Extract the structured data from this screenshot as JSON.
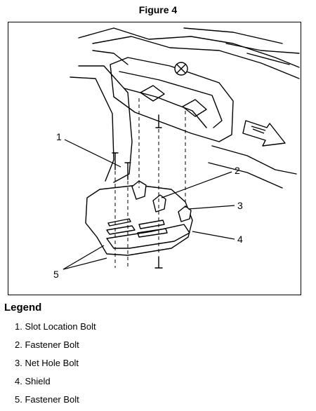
{
  "figure": {
    "title": "Figure 4",
    "callouts": [
      "1",
      "2",
      "3",
      "4",
      "5"
    ]
  },
  "legend": {
    "title": "Legend",
    "items": [
      "1. Slot Location Bolt",
      "2. Fastener Bolt",
      "3. Net Hole Bolt",
      "4. Shield",
      "5. Fastener Bolt"
    ]
  },
  "colors": {
    "ink": "#000000",
    "paper": "#ffffff"
  }
}
